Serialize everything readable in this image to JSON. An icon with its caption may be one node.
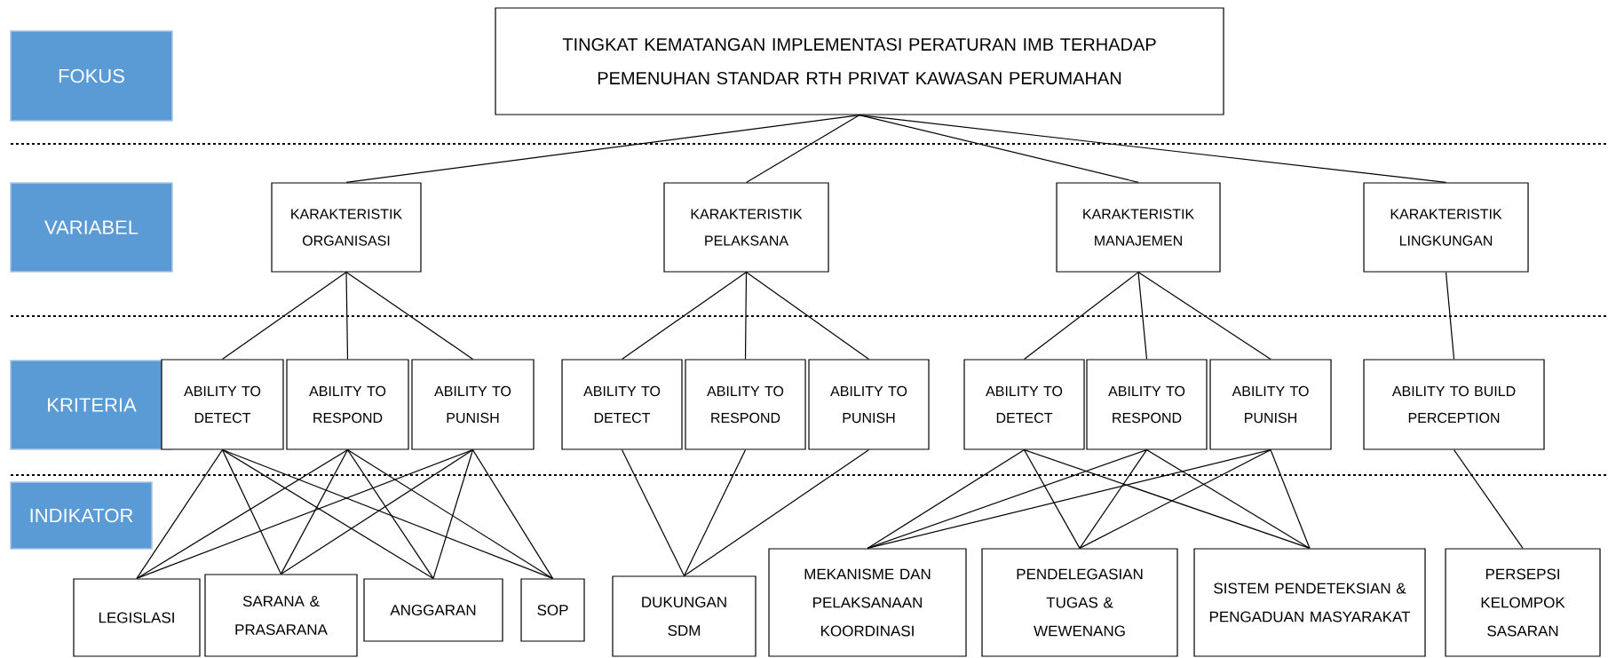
{
  "diagram": {
    "nodes": [
      {
        "text": [
          "FOKUS"
        ]
      },
      {
        "text": [
          "TINGKAT KEMATANGAN IMPLEMENTASI PERATURAN IMB TERHADAP PEMENUHAN STANDAR RTH PRIVAT KAWASAN PERUMAHAN"
        ]
      },
      {
        "text": [
          "VARIABEL"
        ]
      },
      {
        "text": [
          "KARAKTERISTIK ORGANISASI"
        ]
      },
      {
        "text": [
          "KARAKTERISTIK PELAKSANA"
        ]
      },
      {
        "text": [
          "KARAKTERISTIK MANAJEMEN"
        ]
      },
      {
        "text": [
          "KARAKTERISTIK LINGKUNGAN"
        ]
      },
      {
        "text": [
          "KRITERIA"
        ]
      },
      {
        "text": [
          "ABILITY TO DETECT"
        ]
      },
      {
        "text": [
          "ABILITY TO RESPOND"
        ]
      },
      {
        "text": [
          "ABILITY TO PUNISH"
        ]
      },
      {
        "text": [
          "ABILITY TO DETECT"
        ]
      },
      {
        "text": [
          "ABILITY TO RESPOND"
        ]
      },
      {
        "text": [
          "ABILITY TO PUNISH"
        ]
      },
      {
        "text": [
          "ABILITY TO DETECT"
        ]
      },
      {
        "text": [
          "ABILITY TO RESPOND"
        ]
      },
      {
        "text": [
          "ABILITY TO PUNISH"
        ]
      },
      {
        "text": [
          "ABILITY TO BUILD PERCEPTION"
        ]
      },
      {
        "text": [
          "INDIKATOR"
        ]
      },
      {
        "text": [
          "LEGISLASI"
        ]
      },
      {
        "text": [
          "SARANA & PRASARANA"
        ]
      },
      {
        "text": [
          "ANGGARAN"
        ]
      },
      {
        "text": [
          "SOP"
        ]
      },
      {
        "text": [
          "DUKUNGAN SDM"
        ]
      },
      {
        "text": [
          "MEKANISME DAN PELAKSANAAN KOORDINASI"
        ]
      },
      {
        "text": [
          "PENDELEGASIAN TUGAS & WEWENANG"
        ]
      },
      {
        "text": [
          "SISTEM PENDETEKSIAN & PENGADUAN MASYARAKAT"
        ]
      },
      {
        "text": [
          "PERSEPSI KELOMPOK SASARAN"
        ]
      }
    ],
    "edges": [
      {
        "from": 1,
        "to": 3,
        "arrow": "none"
      },
      {
        "from": 1,
        "to": 4,
        "arrow": "none"
      },
      {
        "from": 1,
        "to": 5,
        "arrow": "none"
      },
      {
        "from": 1,
        "to": 6,
        "arrow": "none"
      },
      {
        "from": 3,
        "to": 8,
        "arrow": "none"
      },
      {
        "from": 3,
        "to": 9,
        "arrow": "none"
      },
      {
        "from": 3,
        "to": 10,
        "arrow": "none"
      },
      {
        "from": 4,
        "to": 11,
        "arrow": "none"
      },
      {
        "from": 4,
        "to": 12,
        "arrow": "none"
      },
      {
        "from": 4,
        "to": 13,
        "arrow": "none"
      },
      {
        "from": 5,
        "to": 14,
        "arrow": "none"
      },
      {
        "from": 5,
        "to": 15,
        "arrow": "none"
      },
      {
        "from": 5,
        "to": 16,
        "arrow": "none"
      },
      {
        "from": 6,
        "to": 17,
        "arrow": "none"
      },
      {
        "from": 8,
        "to": 19,
        "arrow": "none"
      },
      {
        "from": 8,
        "to": 20,
        "arrow": "none"
      },
      {
        "from": 8,
        "to": 21,
        "arrow": "none"
      },
      {
        "from": 8,
        "to": 22,
        "arrow": "none"
      },
      {
        "from": 9,
        "to": 19,
        "arrow": "none"
      },
      {
        "from": 9,
        "to": 20,
        "arrow": "none"
      },
      {
        "from": 9,
        "to": 21,
        "arrow": "none"
      },
      {
        "from": 9,
        "to": 22,
        "arrow": "none"
      },
      {
        "from": 10,
        "to": 19,
        "arrow": "none"
      },
      {
        "from": 10,
        "to": 20,
        "arrow": "none"
      },
      {
        "from": 10,
        "to": 21,
        "arrow": "none"
      },
      {
        "from": 10,
        "to": 22,
        "arrow": "none"
      },
      {
        "from": 11,
        "to": 23,
        "arrow": "none"
      },
      {
        "from": 12,
        "to": 23,
        "arrow": "none"
      },
      {
        "from": 13,
        "to": 23,
        "arrow": "none"
      },
      {
        "from": 14,
        "to": 24,
        "arrow": "none"
      },
      {
        "from": 14,
        "to": 25,
        "arrow": "none"
      },
      {
        "from": 14,
        "to": 26,
        "arrow": "none"
      },
      {
        "from": 15,
        "to": 24,
        "arrow": "none"
      },
      {
        "from": 15,
        "to": 25,
        "arrow": "none"
      },
      {
        "from": 15,
        "to": 26,
        "arrow": "none"
      },
      {
        "from": 16,
        "to": 24,
        "arrow": "none"
      },
      {
        "from": 16,
        "to": 25,
        "arrow": "none"
      },
      {
        "from": 16,
        "to": 26,
        "arrow": "none"
      },
      {
        "from": 17,
        "to": 27,
        "arrow": "none"
      }
    ]
  }
}
